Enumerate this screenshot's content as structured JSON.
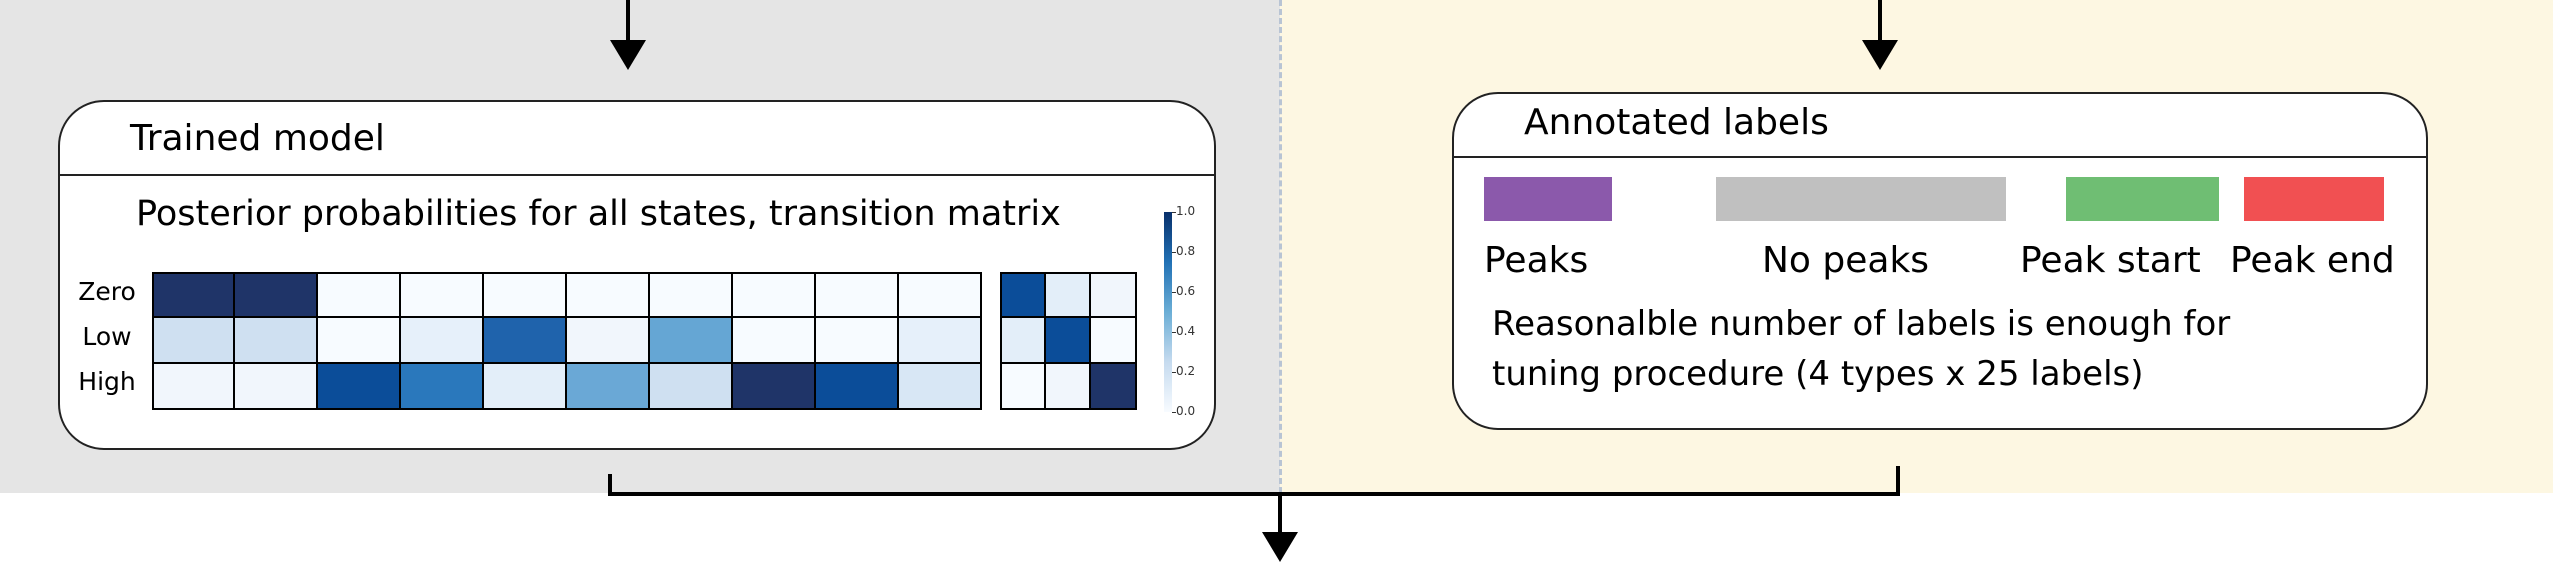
{
  "left_card": {
    "title": "Trained model",
    "subtitle": "Posterior probabilities for all states, transition matrix",
    "rows": [
      "Zero",
      "Low",
      "High"
    ],
    "posterior_colors": [
      [
        "#1f3468",
        "#1f3468",
        "#f7fbff",
        "#f7fbff",
        "#f7fbff",
        "#f7fbff",
        "#f7fbff",
        "#f7fbff",
        "#f7fbff",
        "#f7fbff"
      ],
      [
        "#cfe0f1",
        "#cfe0f1",
        "#f7fbff",
        "#e6f0fa",
        "#1f63ac",
        "#f1f6fc",
        "#65a6d4",
        "#f7fbff",
        "#f7fbff",
        "#e6f0fa"
      ],
      [
        "#f1f6fc",
        "#f1f6fc",
        "#0b4d99",
        "#2a78bc",
        "#e3eef9",
        "#6aa8d6",
        "#cfe0f1",
        "#1f3468",
        "#0b4d99",
        "#d8e7f5"
      ]
    ],
    "transition_colors": [
      [
        "#0b4d99",
        "#e3eef9",
        "#f1f6fc"
      ],
      [
        "#e3eef9",
        "#0b4d99",
        "#f7fbff"
      ],
      [
        "#f7fbff",
        "#f1f6fc",
        "#1f3468"
      ]
    ],
    "colorbar_ticks": [
      "1.0",
      "0.8",
      "0.6",
      "0.4",
      "0.2",
      "0.0"
    ]
  },
  "right_card": {
    "title": "Annotated labels",
    "labels": [
      {
        "name": "Peaks",
        "color": "#8b59ab"
      },
      {
        "name": "No peaks",
        "color": "#c0c0c0"
      },
      {
        "name": "Peak start",
        "color": "#6fbe73"
      },
      {
        "name": "Peak end",
        "color": "#f15052"
      }
    ],
    "note_line1": "Reasonalble number of labels is enough for",
    "note_line2": "tuning procedure (4 types x 25 labels)"
  }
}
